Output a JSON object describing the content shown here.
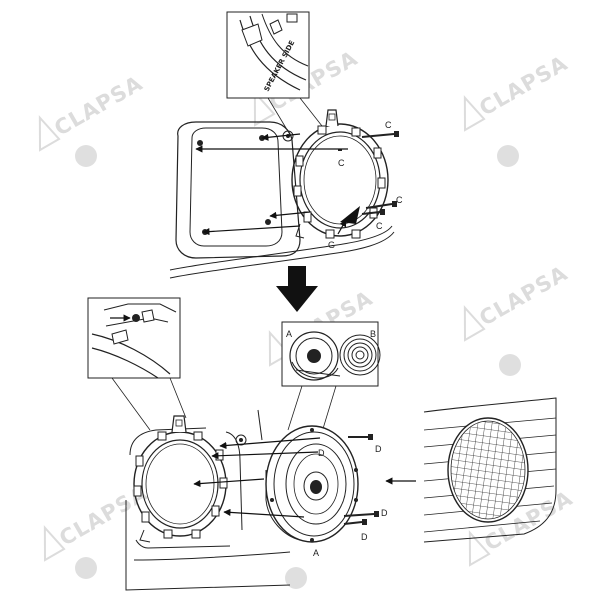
{
  "watermark": {
    "text": "CLAPSA"
  },
  "callouts": {
    "C": "C",
    "G": "G",
    "D": "D",
    "A": "A",
    "B": "B"
  },
  "inset_text": {
    "speaker_side": "SPEAKER SIDE"
  },
  "colors": {
    "line": "#222222",
    "watermark": "#d8d8d8",
    "arrow": "#111111"
  }
}
